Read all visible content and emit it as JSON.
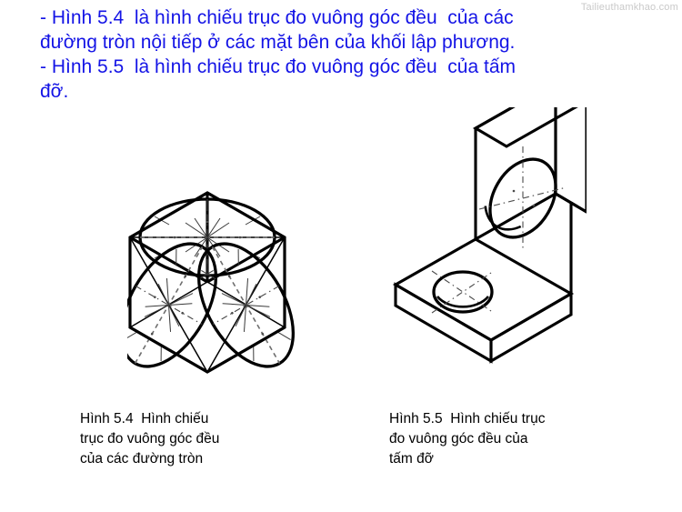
{
  "watermark": {
    "text": "Tailieuthamkhao.com"
  },
  "heading": {
    "color": "#1414e6",
    "lines": [
      "- Hình 5.4  là hình chiếu trục đo vuông góc đều  của các",
      "đường tròn nội tiếp ở các mặt bên của khối lập phương.",
      "- Hình 5.5  là hình chiếu trục đo vuông góc đều  của tấm",
      "đỡ."
    ]
  },
  "figures": [
    {
      "id": "figure-cube-circles",
      "name": "isometric-cube-with-inscribed-circles",
      "caption_lines": [
        "Hình 5.4  Hình chiếu",
        "trục đo vuông góc đều",
        "của các đường tròn"
      ]
    },
    {
      "id": "figure-bracket",
      "name": "isometric-l-bracket-support-plate",
      "caption_lines": [
        "Hình 5.5  Hình chiếu trục",
        "đo vuông góc đều của",
        "tấm đỡ"
      ]
    }
  ],
  "colors": {
    "heading_text": "#1414e6",
    "caption_text": "#000000",
    "line_art": "#000000",
    "watermark": "#c9c9c9",
    "background": "#ffffff"
  }
}
